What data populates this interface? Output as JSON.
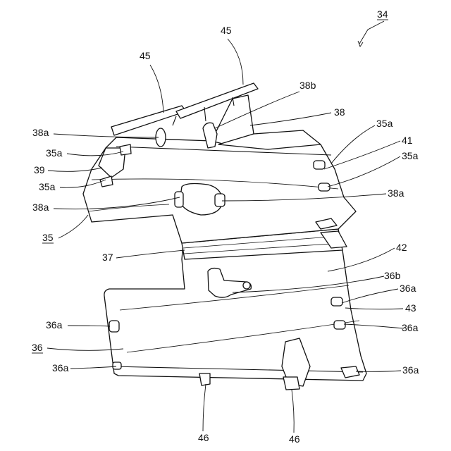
{
  "figure": {
    "labels": {
      "l34": "34",
      "l45a": "45",
      "l45b": "45",
      "l38b": "38b",
      "l38": "38",
      "l38a_1": "38a",
      "l35a_1": "35a",
      "l39": "39",
      "l35a_2": "35a",
      "l38a_2": "38a",
      "l35": "35",
      "l35a_3": "35a",
      "l41": "41",
      "l35a_4": "35a",
      "l38a_3": "38a",
      "l37": "37",
      "l42": "42",
      "l36b": "36b",
      "l36a_1": "36a",
      "l43": "43",
      "l36a_2": "36a",
      "l36a_3": "36a",
      "l36": "36",
      "l36a_4": "36a",
      "l36a_5": "36a",
      "l46a": "46",
      "l46b": "46"
    }
  }
}
